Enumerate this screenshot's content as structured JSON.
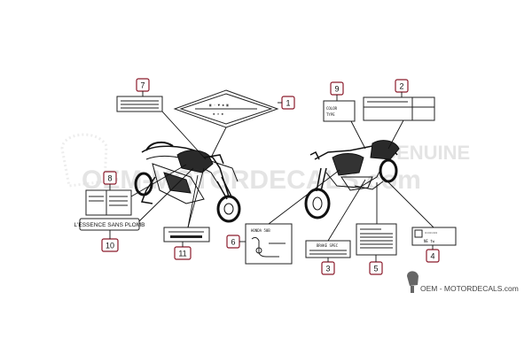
{
  "callouts": [
    "1",
    "2",
    "3",
    "4",
    "5",
    "6",
    "7",
    "8",
    "9",
    "10"
  ],
  "callout_11": "11",
  "label_10_text": "L'ESSENCE SANS PLOMB",
  "label_6_text": "HONDA 50B",
  "label_9_lines": [
    "COLOR",
    "TYPE"
  ],
  "label_4_text": "NE tw",
  "label_3_text": "BRAKE SPEC",
  "watermark": {
    "left_text": "OEM-MOTORDECALS.com",
    "right_text": "GENUINE",
    "footer_text": "OEM - MOTORDECALS.com"
  },
  "colors": {
    "badge_border": "#8b1a2b",
    "line": "#222222",
    "watermark": "#e4e4e4"
  }
}
